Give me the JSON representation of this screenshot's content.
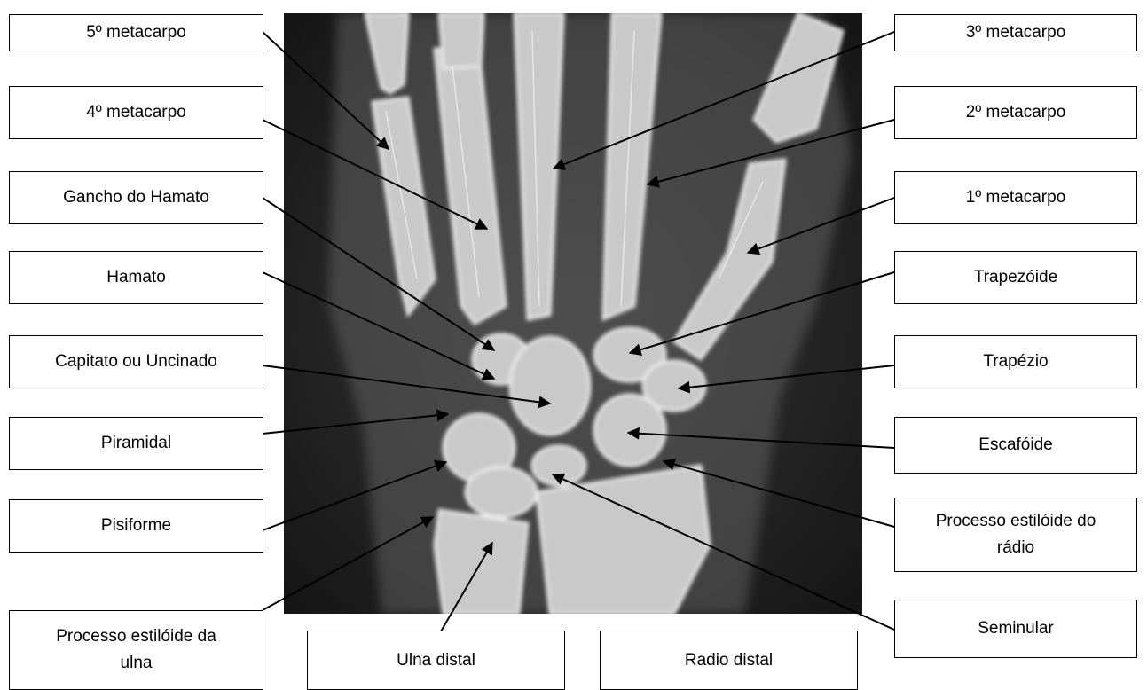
{
  "colors": {
    "label_border": "#000000",
    "leader_line": "#000000",
    "background": "#ffffff"
  },
  "image": {
    "subject": "radiograph-hand-wrist"
  },
  "labels": {
    "metacarpal_5": "5º metacarpo",
    "metacarpal_4": "4º metacarpo",
    "hook_of_hamate": "Gancho do Hamato",
    "hamate": "Hamato",
    "capitate": "Capitato ou Uncinado",
    "triquetrum": "Piramidal",
    "pisiform": "Pisiforme",
    "ulnar_styloid_line1": "Processo estilóide da",
    "ulnar_styloid_line2": "ulna",
    "distal_ulna": "Ulna distal",
    "distal_radius": "Radio distal",
    "metacarpal_3": "3º metacarpo",
    "metacarpal_2": "2º metacarpo",
    "metacarpal_1": "1º metacarpo",
    "trapezoid": "Trapezóide",
    "trapezium": "Trapézio",
    "scaphoid": "Escafóide",
    "radial_styloid_line1": "Processo estilóide do",
    "radial_styloid_line2": "rádio",
    "lunate": "Seminular"
  }
}
